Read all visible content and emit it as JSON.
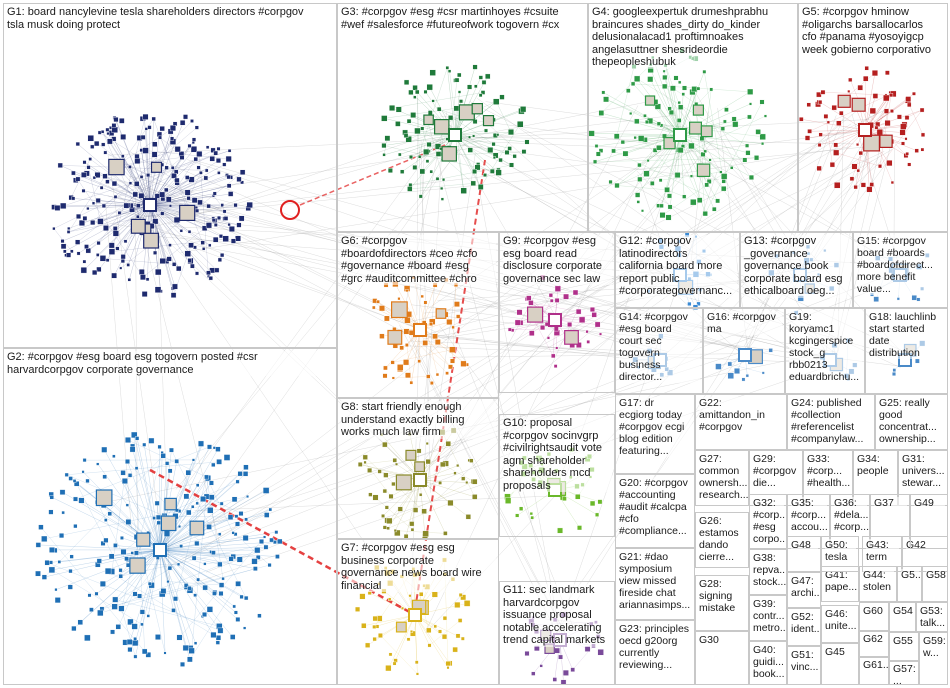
{
  "groups": [
    {
      "id": "G1",
      "text": "G1: board nancylevine tesla shareholders directors #corpgov\ntsla musk doing protect"
    },
    {
      "id": "G2",
      "text": "G2: #corpgov #esg board esg togovern posted #csr\nharvardcorpgov corporate governance"
    },
    {
      "id": "G3",
      "text": "G3: #corpgov #esg #csr martinhoyes #csuite\n#wef #salesforce #futureofwork togovern #cx"
    },
    {
      "id": "G4",
      "text": "G4: googleexpertuk drumeshprabhu\nbraincures shades_dirty do_kinder\ndelusionalacad1 proftimnoakes\nangelasuttner shesrideordie\nthepeopleshubuk"
    },
    {
      "id": "G5",
      "text": "G5: #corpgov hminow\n#oligarchs barsallocarlos\ncfo #panama #yosoyigcp\nweek gobierno corporativo"
    },
    {
      "id": "G6",
      "text": "G6: #corpgov\n#boardofdirectors #ceo #cfo\n#governance #board #esg\n#grc #auditcommittee #chro"
    },
    {
      "id": "G7",
      "text": "G7: #corpgov #esg esg\nbusiness corporate\ngovernance news board wire\nfinancial"
    },
    {
      "id": "G8",
      "text": "G8: start friendly enough\nunderstand exactly billing\nworks much law firm"
    },
    {
      "id": "G9",
      "text": "G9: #corpgov #esg\nesg board read\ndisclosure corporate\ngovernance sec law"
    },
    {
      "id": "G10",
      "text": "G10: proposal\n#corpgov socinvgrp\n#civilrightsaudit vote\nagm shareholder\nshareholders mcd\nproposals"
    },
    {
      "id": "G11",
      "text": "G11: sec landmark\nharvardcorpgov\nissuance proposal\nnotable accelerating\ntrend capital markets"
    },
    {
      "id": "G12",
      "text": "G12: #corpgov\nlatinodirectors\ncalifornia board more\nreport public\n#corporategovernanc..."
    },
    {
      "id": "G13",
      "text": "G13: #corpgov\n_governance\ngovernance book\ncorporate board esg\nethicalboard oeg..."
    },
    {
      "id": "G14",
      "text": "G14: #corpgov\n#esg board\ncourt sec\ntogovern\nbusiness\ndirector..."
    },
    {
      "id": "G15",
      "text": "G15: #corpgov\nboard #boards\n#boardofdirect...\nmore benefit\nvalue..."
    },
    {
      "id": "G16",
      "text": "G16: #corpgov\nma"
    },
    {
      "id": "G17",
      "text": "G17: dr\necgiorg today\n#corpgov ecgi\nblog edition\nfeaturing..."
    },
    {
      "id": "G18",
      "text": "G18: lauchlinb\nstart started\ndate\ndistribution"
    },
    {
      "id": "G19",
      "text": "G19:\nkoryamc1\nkcgingerspice\nstock_g\nrbb0213\neduardbrichu..."
    },
    {
      "id": "G20",
      "text": "G20: #corpgov\n#accounting\n#audit #calcpa\n#cfo\n#compliance..."
    },
    {
      "id": "G21",
      "text": "G21: #dao\nsymposium\nview missed\nfireside chat\nariannasimps..."
    },
    {
      "id": "G22",
      "text": "G22:\namittandon_in\n#corpgov"
    },
    {
      "id": "G23",
      "text": "G23: principles\noecd g20org\ncurrently\nreviewing..."
    },
    {
      "id": "G24",
      "text": "G24: published\n#collection\n#referencelist\n#companylaw..."
    },
    {
      "id": "G25",
      "text": "G25: really\ngood\nconcentrat...\nownership..."
    },
    {
      "id": "G26",
      "text": "G26:\nestamos\ndando\ncierre..."
    },
    {
      "id": "G27",
      "text": "G27:\ncommon\nownersh...\nresearch..."
    },
    {
      "id": "G28",
      "text": "G28:\nsigning\nmistake"
    },
    {
      "id": "G29",
      "text": "G29:\n#corpgov\ndie..."
    },
    {
      "id": "G30",
      "text": "G30"
    },
    {
      "id": "G31",
      "text": "G31:\nunivers...\nstewar..."
    },
    {
      "id": "G32",
      "text": "G32:\n#corp...\n#esg\ncorpo..."
    },
    {
      "id": "G33",
      "text": "G33:\n#corp...\n#health..."
    },
    {
      "id": "G34",
      "text": "G34:\npeople"
    },
    {
      "id": "G35",
      "text": "G35:\n#corp...\naccou..."
    },
    {
      "id": "G36",
      "text": "G36:\n#dela...\n#corp..."
    },
    {
      "id": "G37",
      "text": "G37"
    },
    {
      "id": "G38",
      "text": "G38:\nrepva...\nstock..."
    },
    {
      "id": "G39",
      "text": "G39:\ncontr...\nmetro..."
    },
    {
      "id": "G40",
      "text": "G40:\nguidi...\nbook..."
    },
    {
      "id": "G41",
      "text": "G41:\npape..."
    },
    {
      "id": "G42",
      "text": "G42"
    },
    {
      "id": "G43",
      "text": "G43:\nterm"
    },
    {
      "id": "G44",
      "text": "G44:\nstolen"
    },
    {
      "id": "G45",
      "text": "G45"
    },
    {
      "id": "G46",
      "text": "G46:\nunite..."
    },
    {
      "id": "G47",
      "text": "G47:\narchi..."
    },
    {
      "id": "G48",
      "text": "G48"
    },
    {
      "id": "G49",
      "text": "G49"
    },
    {
      "id": "G50",
      "text": "G50:\ntesla"
    },
    {
      "id": "G51",
      "text": "G51:\nvinc..."
    },
    {
      "id": "G52",
      "text": "G52:\nident..."
    },
    {
      "id": "G53",
      "text": "G53:\ntalk..."
    },
    {
      "id": "G54",
      "text": "G54"
    },
    {
      "id": "G55",
      "text": "G55"
    },
    {
      "id": "G56",
      "text": "G5..."
    },
    {
      "id": "G57",
      "text": "G57:\n..."
    },
    {
      "id": "G58",
      "text": "G58"
    },
    {
      "id": "G59",
      "text": "G59:\nw..."
    },
    {
      "id": "G60",
      "text": "G60"
    },
    {
      "id": "G61",
      "text": "G61..."
    },
    {
      "id": "G62",
      "text": "G62"
    }
  ],
  "colors": {
    "G1": "#1e2a6e",
    "G2": "#1f6fb5",
    "G3": "#1f7a3a",
    "G4": "#2e9a46",
    "G5": "#b51f1f",
    "G6": "#e07b1a",
    "G7": "#d9b21a",
    "G8": "#8a8a2a",
    "G9": "#b0308a",
    "G10": "#6ab82a",
    "G11": "#7a4a9a",
    "G12": "#3a8ad4",
    "other": "#4a8ac8",
    "edge": "#9a9a9a",
    "highlight": "#e02020"
  }
}
